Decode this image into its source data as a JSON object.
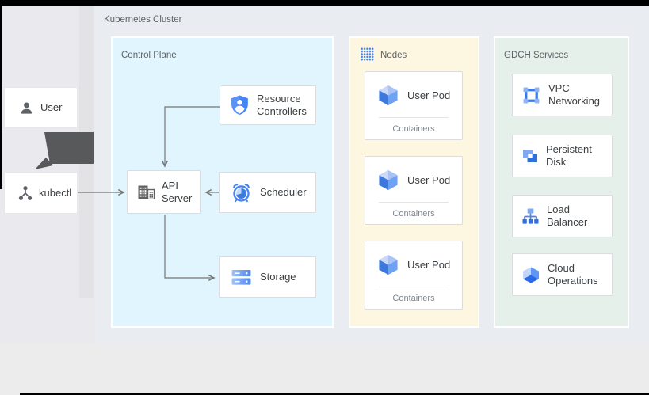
{
  "cluster": {
    "label": "Kubernetes Cluster"
  },
  "actors": {
    "user": {
      "label": "User",
      "icon": "user-icon"
    },
    "kubectl": {
      "label": "kubectl",
      "icon": "kubectl-icon"
    }
  },
  "control_plane": {
    "label": "Control Plane",
    "components": {
      "resource_controllers": {
        "label": "Resource Controllers",
        "icon": "shield-person-icon"
      },
      "api_server": {
        "label": "API Server",
        "icon": "building-icon"
      },
      "scheduler": {
        "label": "Scheduler",
        "icon": "alarm-clock-icon"
      },
      "storage": {
        "label": "Storage",
        "icon": "storage-disks-icon"
      }
    }
  },
  "nodes_section": {
    "label": "Nodes",
    "icon": "dot-grid-icon",
    "pods": [
      {
        "title": "User Pod",
        "subtitle": "Containers",
        "icon": "pod-cube-icon"
      },
      {
        "title": "User Pod",
        "subtitle": "Containers",
        "icon": "pod-cube-icon"
      },
      {
        "title": "User Pod",
        "subtitle": "Containers",
        "icon": "pod-cube-icon"
      }
    ]
  },
  "gdch": {
    "label": "GDCH Services",
    "services": [
      {
        "label": "VPC Networking",
        "icon": "vpc-icon"
      },
      {
        "label": "Persistent Disk",
        "icon": "persistent-disk-icon"
      },
      {
        "label": "Load Balancer",
        "icon": "load-balancer-icon"
      },
      {
        "label": "Cloud Operations",
        "icon": "cloud-operations-icon"
      }
    ]
  },
  "colors": {
    "control_plane_bg": "#e1f5fe",
    "nodes_bg": "#fdf6e0",
    "gdch_bg": "#e4f0e9",
    "accent_blue": "#4285f4",
    "text_dark": "#3c4043",
    "text_muted": "#5f6368",
    "connector_gray": "#757575",
    "drag_arrow_gray": "#58595b"
  }
}
